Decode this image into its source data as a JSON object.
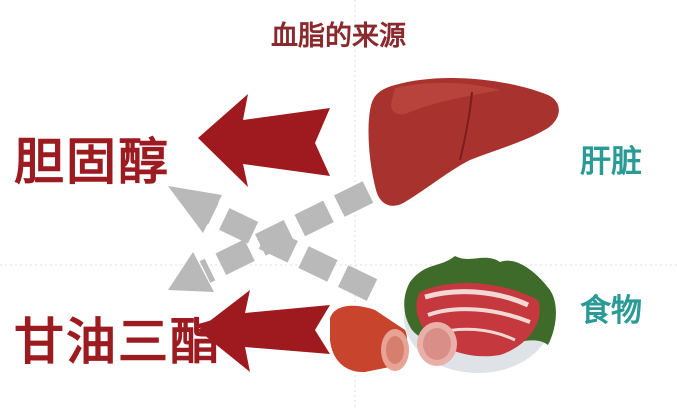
{
  "title": "血脂的来源",
  "lipids": {
    "cholesterol": "胆固醇",
    "triglycerides": "甘油三酯"
  },
  "sources": {
    "liver": "肝脏",
    "food": "食物"
  },
  "colors": {
    "arrow_red": "#9e1a1f",
    "arrow_gray": "#b9b9b9",
    "title": "#8a2a2e",
    "source_label": "#2a9a96",
    "liver": "#a8322e",
    "sausage": "#c8442c",
    "meat": "#c4383e",
    "lettuce": "#3f6b2a"
  },
  "icons": [
    "liver-illustration",
    "food-illustration"
  ]
}
